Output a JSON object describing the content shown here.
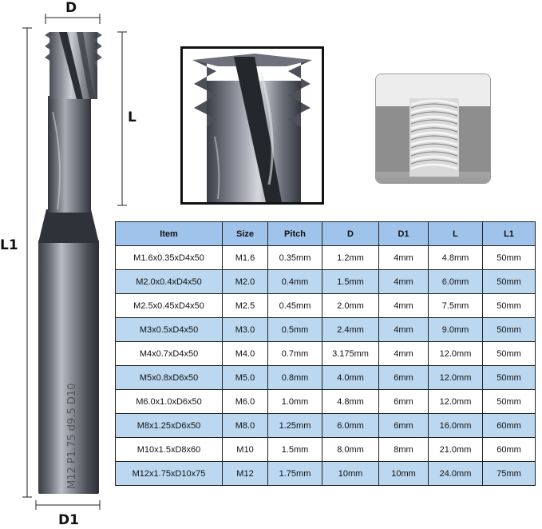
{
  "labels": {
    "d": "D",
    "l": "L",
    "l1": "L1",
    "d1": "D1"
  },
  "tool_marking": "M12 P1.75 d9.5 D10",
  "table": {
    "headers": [
      "Item",
      "Size",
      "Pitch",
      "D",
      "D1",
      "L",
      "L1"
    ],
    "rows": [
      [
        "M1.6x0.35xD4x50",
        "M1.6",
        "0.35mm",
        "1.2mm",
        "4mm",
        "4.8mm",
        "50mm"
      ],
      [
        "M2.0x0.4xD4x50",
        "M2.0",
        "0.4mm",
        "1.5mm",
        "4mm",
        "6.0mm",
        "50mm"
      ],
      [
        "M2.5x0.45xD4x50",
        "M2.5",
        "0.45mm",
        "2.0mm",
        "4mm",
        "7.5mm",
        "50mm"
      ],
      [
        "M3x0.5xD4x50",
        "M3.0",
        "0.5mm",
        "2.4mm",
        "4mm",
        "9.0mm",
        "50mm"
      ],
      [
        "M4x0.7xD4x50",
        "M4.0",
        "0.7mm",
        "3.175mm",
        "4mm",
        "12.0mm",
        "50mm"
      ],
      [
        "M5x0.8xD6x50",
        "M5.0",
        "0.8mm",
        "4.0mm",
        "6mm",
        "12.0mm",
        "50mm"
      ],
      [
        "M6.0x1.0xD6x50",
        "M6.0",
        "1.0mm",
        "4.8mm",
        "6mm",
        "12.0mm",
        "50mm"
      ],
      [
        "M8x1.25xD6x50",
        "M8.0",
        "1.25mm",
        "6.0mm",
        "6mm",
        "16.0mm",
        "60mm"
      ],
      [
        "M10x1.5xD8x60",
        "M10",
        "1.5mm",
        "8.0mm",
        "8mm",
        "21.0mm",
        "60mm"
      ],
      [
        "M12x1.75xD10x75",
        "M12",
        "1.75mm",
        "10mm",
        "10mm",
        "24.0mm",
        "75mm"
      ]
    ]
  },
  "colors": {
    "header_bg": "#9fc3ea",
    "row_blue": "#bcd7f0",
    "row_white": "#ffffff"
  }
}
